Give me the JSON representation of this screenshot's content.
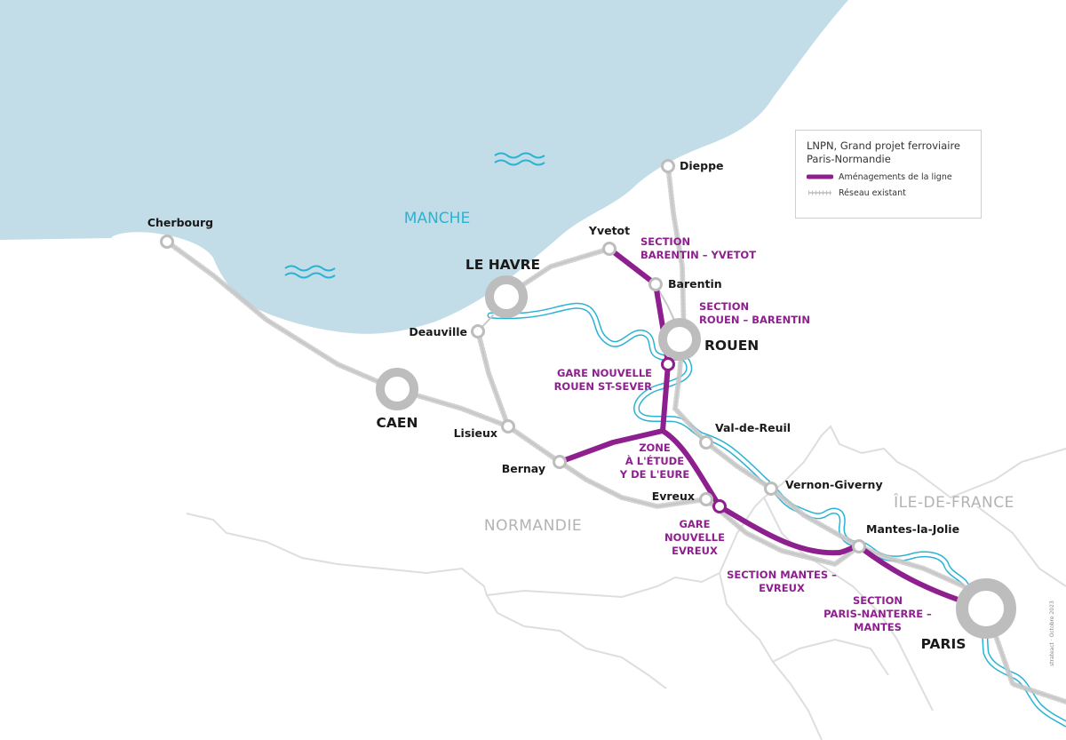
{
  "legend": {
    "title_line1": "LNPN, Grand projet ferroviaire",
    "title_line2": "Paris-Normandie",
    "item_new": "Aménagements de la ligne",
    "item_existing": "Réseau existant"
  },
  "labels": {
    "sea": "MANCHE",
    "region_normandie": "NORMANDIE",
    "region_idf": "ÎLE-DE-FRANCE",
    "credit": "strateact · Octobre 2023"
  },
  "cities": {
    "cherbourg": "Cherbourg",
    "le_havre": "LE HAVRE",
    "deauville": "Deauville",
    "caen": "CAEN",
    "lisieux": "Lisieux",
    "bernay": "Bernay",
    "yvetot": "Yvetot",
    "dieppe": "Dieppe",
    "barentin": "Barentin",
    "rouen": "ROUEN",
    "val_de_reuil": "Val-de-Reuil",
    "evreux": "Evreux",
    "vernon": "Vernon-Giverny",
    "mantes": "Mantes-la-Jolie",
    "paris": "PARIS"
  },
  "sections": {
    "barentin_yvetot": [
      "SECTION",
      "BARENTIN – YVETOT"
    ],
    "rouen_barentin": [
      "SECTION",
      "ROUEN – BARENTIN"
    ],
    "gare_rouen": [
      "GARE NOUVELLE",
      "ROUEN ST-SEVER"
    ],
    "zone_etude": [
      "ZONE",
      "À L'ÉTUDE",
      "Y DE L'EURE"
    ],
    "gare_evreux": [
      "GARE",
      "NOUVELLE",
      "EVREUX"
    ],
    "mantes_evreux": [
      "SECTION MANTES –",
      "EVREUX"
    ],
    "paris_mantes": [
      "SECTION",
      "PARIS-NANTERRE –",
      "MANTES"
    ]
  },
  "colors": {
    "sea": "#c2dde7",
    "river": "#2bb3d3",
    "new_line": "#8e1f8e",
    "existing_rail": "#b5b5b5",
    "border": "#dedede"
  }
}
